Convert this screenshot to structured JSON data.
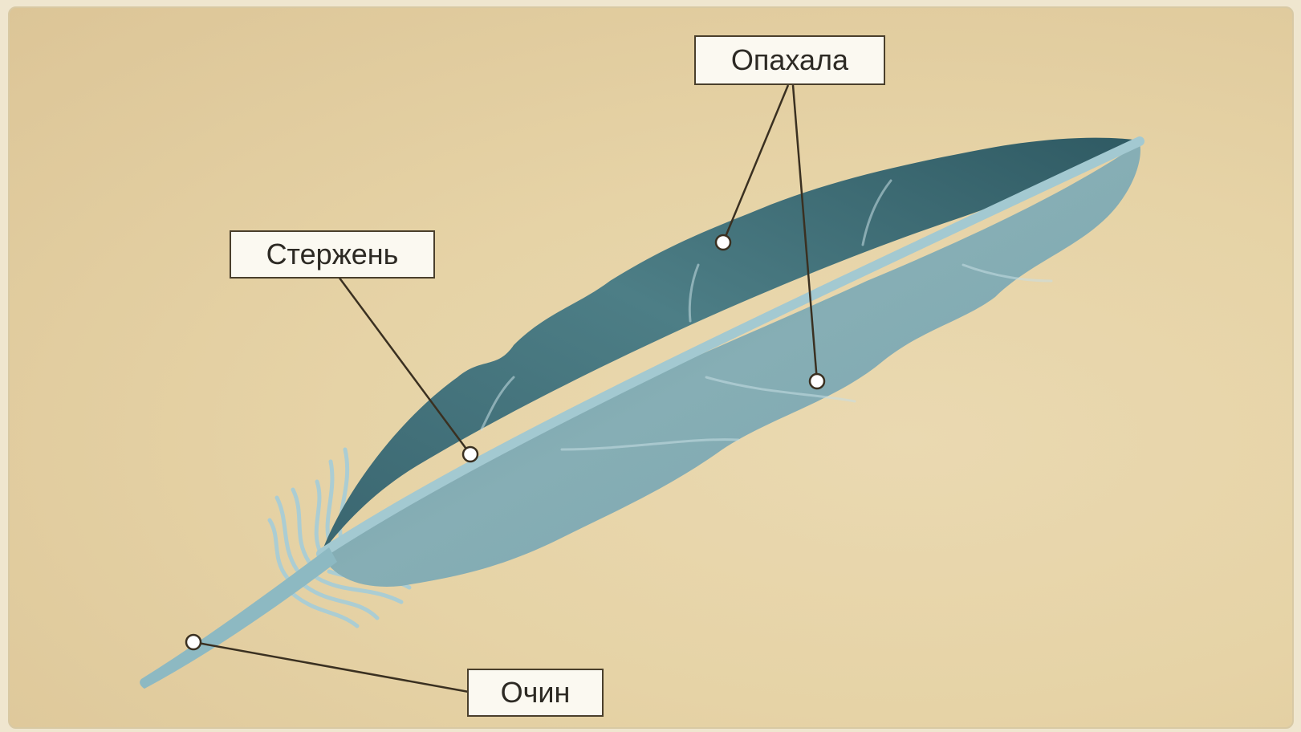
{
  "diagram": {
    "labels": {
      "vanes": "Опахала",
      "shaft": "Стержень",
      "quill": "Очин"
    },
    "colors": {
      "background": "#e6d3a6",
      "feather_dark": "#3f6f76",
      "feather_mid": "#6f9ea5",
      "feather_light": "#a9cbd0",
      "shaft": "#9cc4cc",
      "leader_line": "#3a3021",
      "label_fill": "#fbf9f1"
    }
  }
}
